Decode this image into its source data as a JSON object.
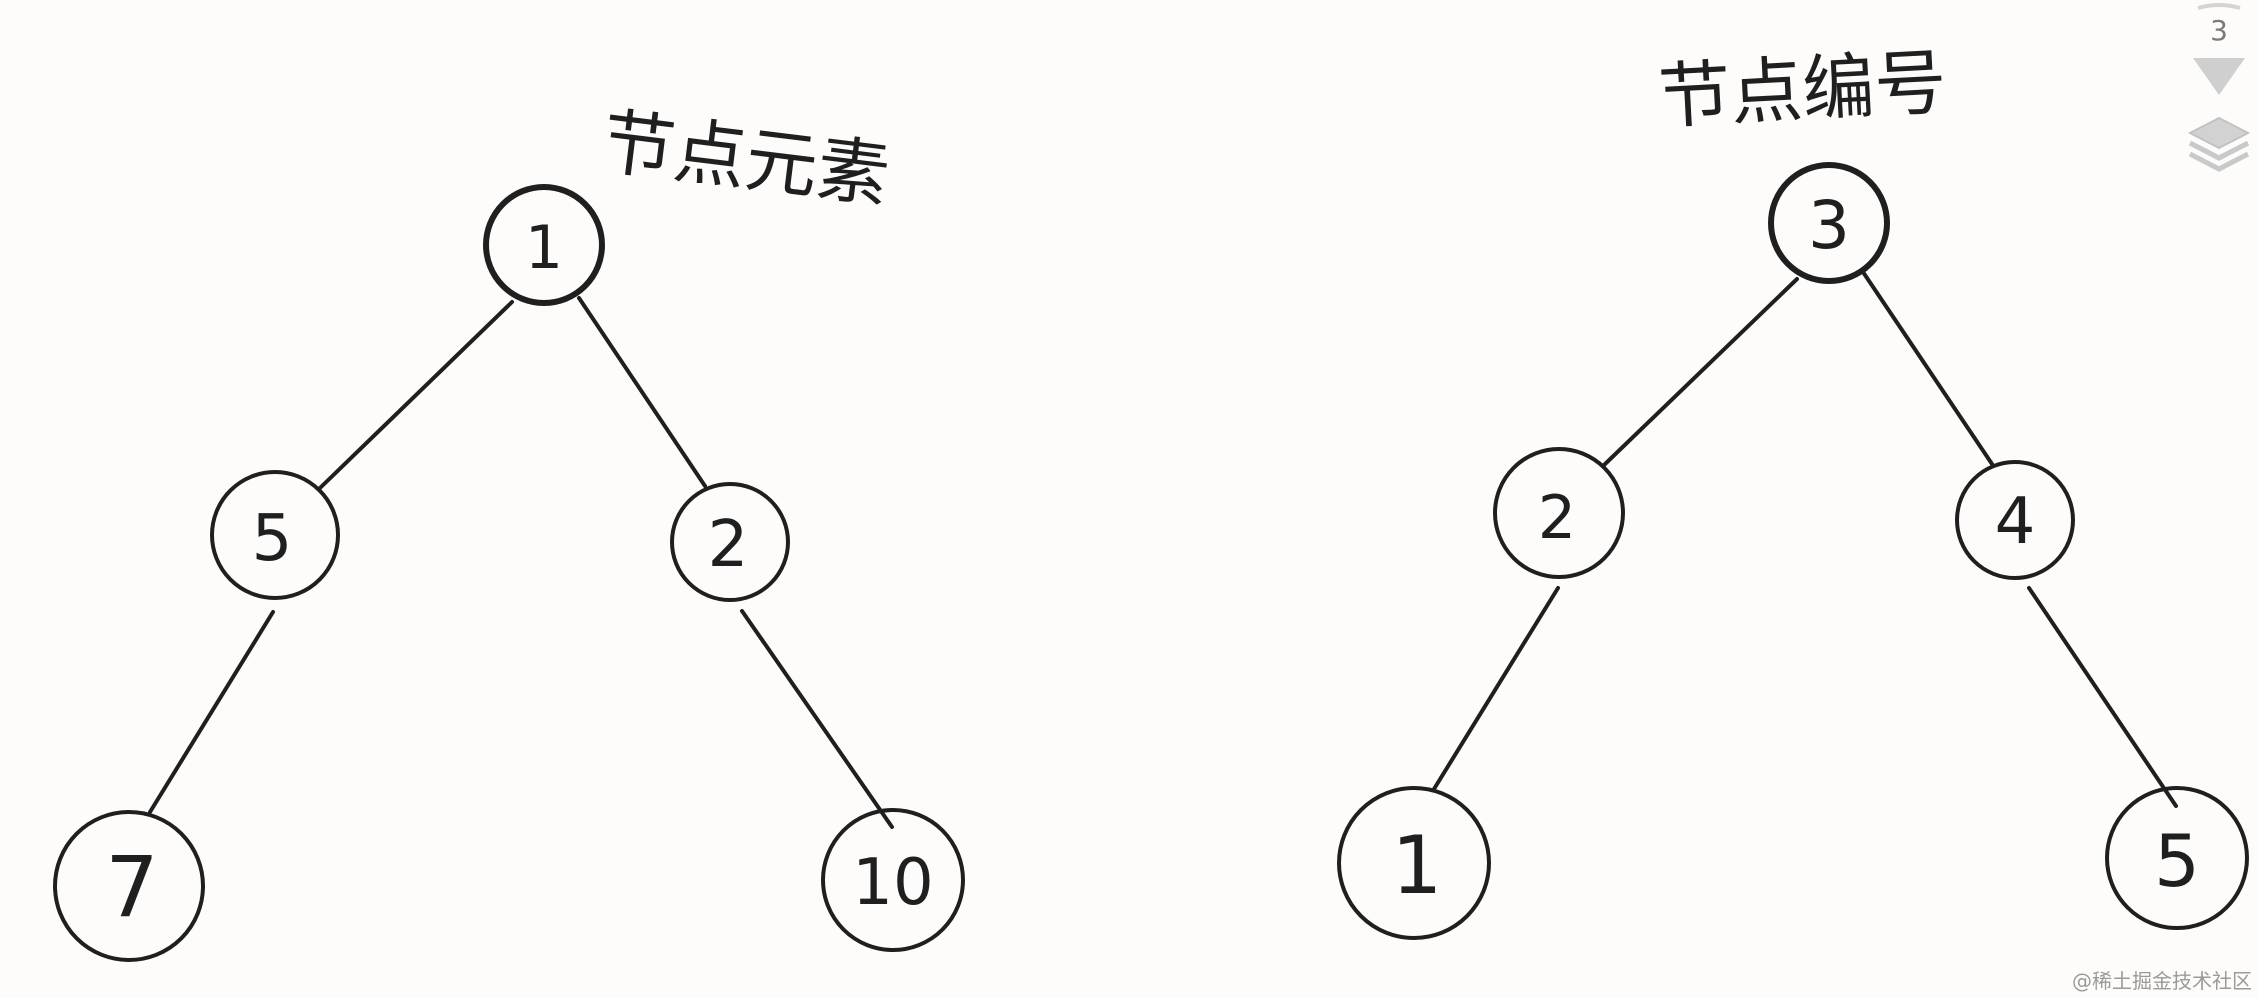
{
  "left_tree": {
    "title": "节点元素",
    "nodes": {
      "root": "1",
      "left": "5",
      "right": "2",
      "left_left": "7",
      "right_right": "10"
    }
  },
  "right_tree": {
    "title": "节点编号",
    "nodes": {
      "root": "3",
      "left": "2",
      "right": "4",
      "left_left": "1",
      "right_right": "5"
    }
  },
  "side_toolbar": {
    "page_number": "3",
    "icons": [
      "collapse-arrow-icon",
      "layers-icon"
    ]
  },
  "watermark": "@稀土掘金技术社区",
  "colors": {
    "background": "#fdfcfa",
    "ink": "#1f1f1f",
    "toolbar": "#cfcfcf"
  }
}
